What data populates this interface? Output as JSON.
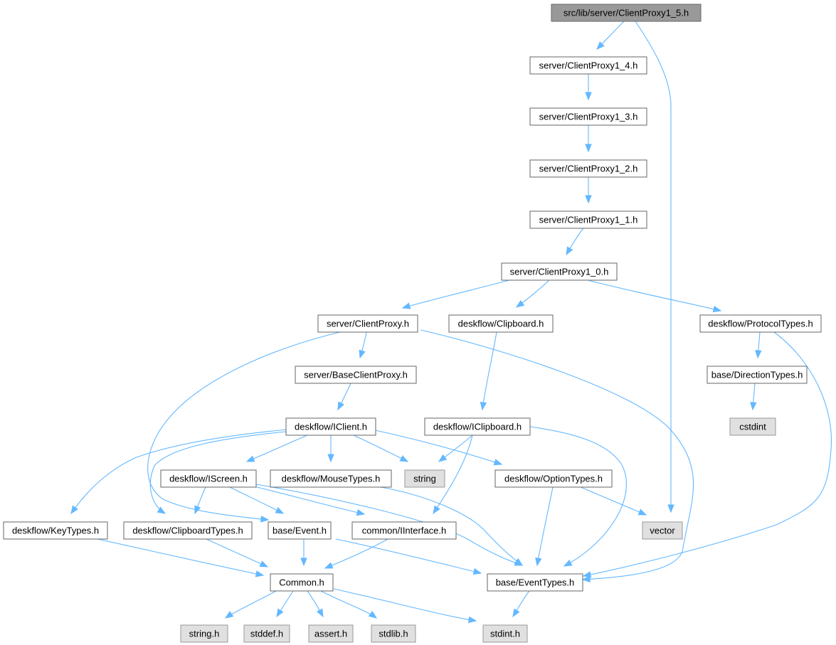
{
  "colors": {
    "edge": "#63b8ff",
    "node_border": "#666666",
    "root_fill": "#999999",
    "external_fill": "#e0e0e0",
    "external_border": "#999999",
    "node_fill": "#ffffff"
  },
  "nodes": [
    {
      "id": "root",
      "label": "src/lib/server/ClientProxy1_5.h",
      "kind": "root"
    },
    {
      "id": "cp14",
      "label": "server/ClientProxy1_4.h",
      "kind": "file"
    },
    {
      "id": "cp13",
      "label": "server/ClientProxy1_3.h",
      "kind": "file"
    },
    {
      "id": "cp12",
      "label": "server/ClientProxy1_2.h",
      "kind": "file"
    },
    {
      "id": "cp11",
      "label": "server/ClientProxy1_1.h",
      "kind": "file"
    },
    {
      "id": "cp10",
      "label": "server/ClientProxy1_0.h",
      "kind": "file"
    },
    {
      "id": "cp",
      "label": "server/ClientProxy.h",
      "kind": "file"
    },
    {
      "id": "clip",
      "label": "deskflow/Clipboard.h",
      "kind": "file"
    },
    {
      "id": "proto",
      "label": "deskflow/ProtocolTypes.h",
      "kind": "file"
    },
    {
      "id": "bcp",
      "label": "server/BaseClientProxy.h",
      "kind": "file"
    },
    {
      "id": "dir",
      "label": "base/DirectionTypes.h",
      "kind": "file"
    },
    {
      "id": "cstdint",
      "label": "cstdint",
      "kind": "external"
    },
    {
      "id": "iclient",
      "label": "deskflow/IClient.h",
      "kind": "file"
    },
    {
      "id": "iclip",
      "label": "deskflow/IClipboard.h",
      "kind": "file"
    },
    {
      "id": "iscreen",
      "label": "deskflow/IScreen.h",
      "kind": "file"
    },
    {
      "id": "mouse",
      "label": "deskflow/MouseTypes.h",
      "kind": "file"
    },
    {
      "id": "string",
      "label": "string",
      "kind": "external"
    },
    {
      "id": "option",
      "label": "deskflow/OptionTypes.h",
      "kind": "file"
    },
    {
      "id": "keytypes",
      "label": "deskflow/KeyTypes.h",
      "kind": "file"
    },
    {
      "id": "cliptypes",
      "label": "deskflow/ClipboardTypes.h",
      "kind": "file"
    },
    {
      "id": "event",
      "label": "base/Event.h",
      "kind": "file"
    },
    {
      "id": "iiface",
      "label": "common/IInterface.h",
      "kind": "file"
    },
    {
      "id": "vector",
      "label": "vector",
      "kind": "external"
    },
    {
      "id": "common",
      "label": "Common.h",
      "kind": "file"
    },
    {
      "id": "evtypes",
      "label": "base/EventTypes.h",
      "kind": "file"
    },
    {
      "id": "stringh",
      "label": "string.h",
      "kind": "external"
    },
    {
      "id": "stddef",
      "label": "stddef.h",
      "kind": "external"
    },
    {
      "id": "assert",
      "label": "assert.h",
      "kind": "external"
    },
    {
      "id": "stdlib",
      "label": "stdlib.h",
      "kind": "external"
    },
    {
      "id": "stdint",
      "label": "stdint.h",
      "kind": "external"
    }
  ],
  "edges": [
    {
      "from": "root",
      "to": "cp14"
    },
    {
      "from": "root",
      "to": "vector"
    },
    {
      "from": "cp14",
      "to": "cp13"
    },
    {
      "from": "cp13",
      "to": "cp12"
    },
    {
      "from": "cp12",
      "to": "cp11"
    },
    {
      "from": "cp11",
      "to": "cp10"
    },
    {
      "from": "cp10",
      "to": "cp"
    },
    {
      "from": "cp10",
      "to": "clip"
    },
    {
      "from": "cp10",
      "to": "proto"
    },
    {
      "from": "cp",
      "to": "bcp"
    },
    {
      "from": "cp",
      "to": "event"
    },
    {
      "from": "cp",
      "to": "evtypes"
    },
    {
      "from": "clip",
      "to": "iclip"
    },
    {
      "from": "proto",
      "to": "dir"
    },
    {
      "from": "proto",
      "to": "evtypes"
    },
    {
      "from": "dir",
      "to": "cstdint"
    },
    {
      "from": "bcp",
      "to": "iclient"
    },
    {
      "from": "iclient",
      "to": "iscreen"
    },
    {
      "from": "iclient",
      "to": "mouse"
    },
    {
      "from": "iclient",
      "to": "string"
    },
    {
      "from": "iclient",
      "to": "option"
    },
    {
      "from": "iclient",
      "to": "keytypes"
    },
    {
      "from": "iclient",
      "to": "cliptypes"
    },
    {
      "from": "iclip",
      "to": "string"
    },
    {
      "from": "iclip",
      "to": "iiface"
    },
    {
      "from": "iclip",
      "to": "evtypes"
    },
    {
      "from": "iscreen",
      "to": "cliptypes"
    },
    {
      "from": "iscreen",
      "to": "event"
    },
    {
      "from": "iscreen",
      "to": "iiface"
    },
    {
      "from": "iscreen",
      "to": "evtypes"
    },
    {
      "from": "mouse",
      "to": "evtypes"
    },
    {
      "from": "option",
      "to": "evtypes"
    },
    {
      "from": "option",
      "to": "vector"
    },
    {
      "from": "keytypes",
      "to": "common"
    },
    {
      "from": "cliptypes",
      "to": "common"
    },
    {
      "from": "event",
      "to": "common"
    },
    {
      "from": "event",
      "to": "evtypes"
    },
    {
      "from": "iiface",
      "to": "common"
    },
    {
      "from": "common",
      "to": "stringh"
    },
    {
      "from": "common",
      "to": "stddef"
    },
    {
      "from": "common",
      "to": "assert"
    },
    {
      "from": "common",
      "to": "stdlib"
    },
    {
      "from": "common",
      "to": "stdint"
    },
    {
      "from": "evtypes",
      "to": "stdint"
    }
  ]
}
